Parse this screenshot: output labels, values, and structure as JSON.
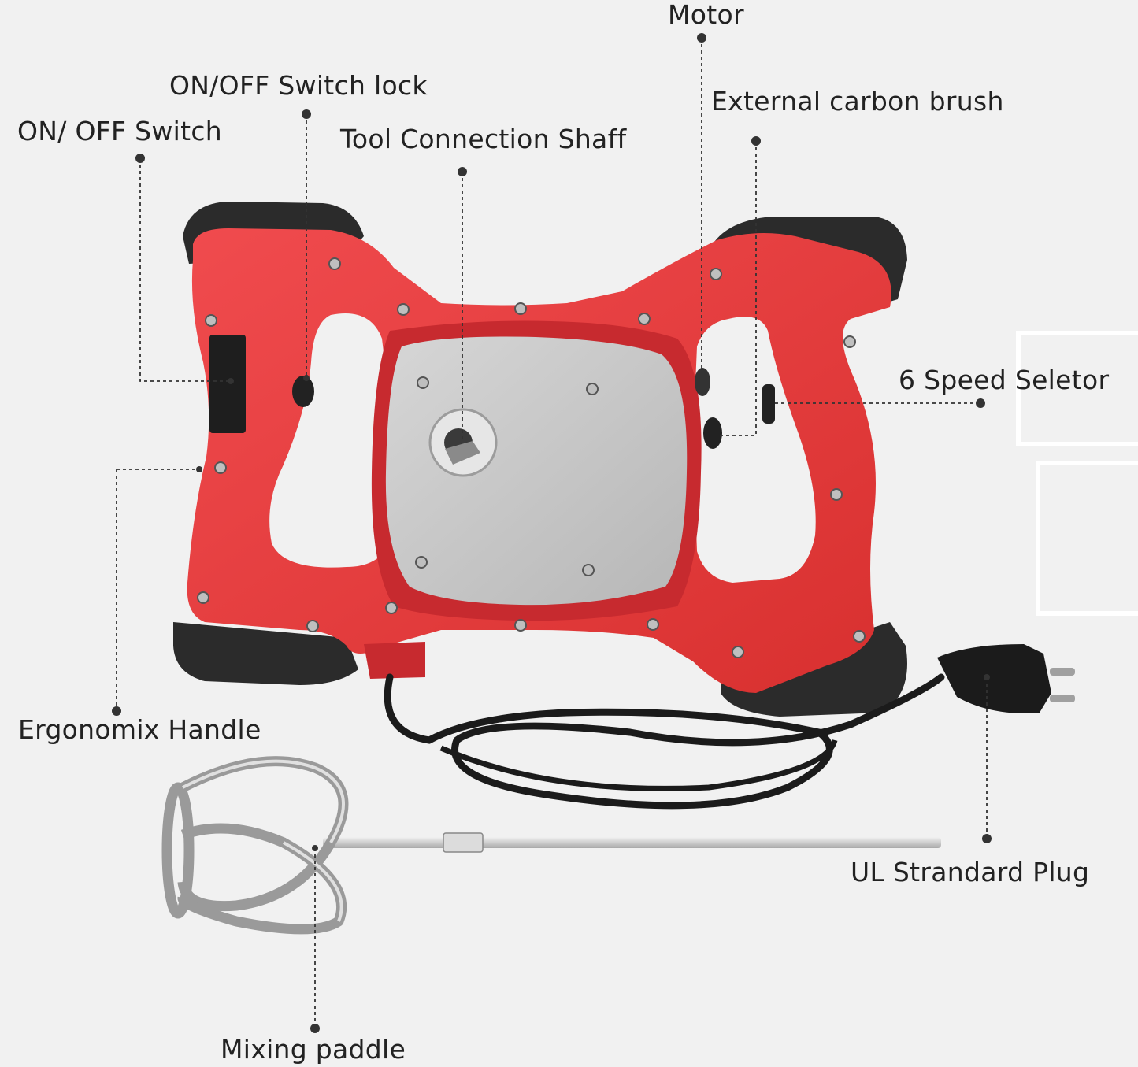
{
  "labels": {
    "motor": "Motor",
    "switch_lock": "ON/OFF Switch lock",
    "on_off_switch": "ON/ OFF Switch",
    "tool_shaft": "Tool  Connection Shaff",
    "carbon_brush": "External carbon brush",
    "speed_selector": "6 Speed Seletor",
    "handle": "Ergonomix Handle",
    "plug": "UL Strandard Plug",
    "paddle": "Mixing paddle"
  },
  "colors": {
    "body_red": "#e8383c",
    "body_red_dark": "#c72a2f",
    "grip_black": "#2b2b2b",
    "motor_silver": "#c9c9c9",
    "leader_line": "#333333",
    "background": "#f1f1f1"
  }
}
